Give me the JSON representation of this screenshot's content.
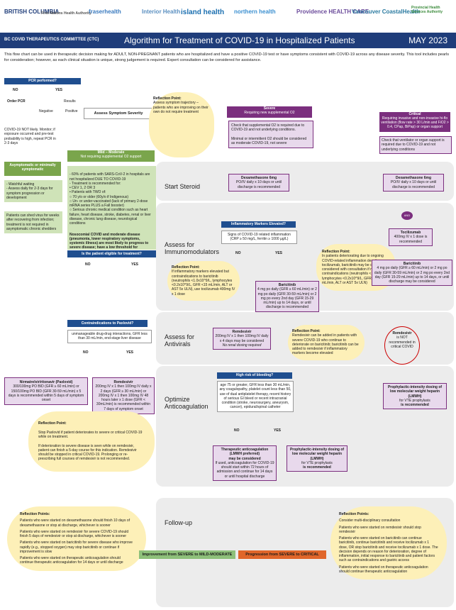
{
  "logos": [
    "BRITISH COLUMBIA",
    "First Nations Health Authority",
    "fraserhealth",
    "Interior Health",
    "island health",
    "northern health",
    "Providence HEALTH CARE",
    "Vancouver CoastalHealth",
    "Provincial Health Services Authority"
  ],
  "header": {
    "committee": "BC COVID THERAPEUTICS COMMITTEE (CTC)",
    "title": "Algorithm for Treatment of COVID-19 in Hospitalized Patients",
    "date": "MAY 2023"
  },
  "intro": "This flow chart can be used in therapeutic decision making for ADULT, NON-PREGNANT patients who are hospitalized and have a positive COVID-19 test or have symptoms consistent with COVID-19 across any disease severity. This tool includes pearls for consideration; however, as each clinical situation is unique, strong judgement is required. Expert consultation can be considered for assistance.",
  "pcr": {
    "q": "PCR performed?",
    "no": "NO",
    "yes": "YES",
    "order": "Order PCR",
    "results": "Results",
    "neg": "Negative",
    "pos": "Positive"
  },
  "notlikely": "COVID-19 NOT likely. Monitor; if exposure occurred and pre-test probability is high, repeat PCR in 2-3 days",
  "asympt": {
    "title": "Asymptomatic or minimally symptomatic",
    "body": "- Watchful waiting\n- Assess daily for 2-3 days for symptom progression or development",
    "shed": "Patients can shed virus for weeks after recovering from infection; treatment is not required in asymptomatic chronic shedders"
  },
  "assess": "Assess Symptom Severity",
  "refl1": {
    "t": "Reflection Point:",
    "b": "Assess symptom trajectory – patients who are improving on their own do not require treatment"
  },
  "mild": {
    "title": "Mild – Moderate",
    "sub": "Not requiring supplemental O2 support",
    "b1": "- 60% of patients with SARS-CoV-2 in hospitals are not hospitalized DUE TO COVID-19\n- Treatment is recommended for:\n• CEV 1, 2 OR 3\n• Patients with TWO of:\n○ 70 y/o or older (60y/o if Indigenous)\n○ Un- or under-vaccinated (lack of primary 2-dose mRNA series PLUS a Fall booster)\n○ Serious chronic medical condition such as heart failure, heart disease, stroke, diabetes, renal or liver disease, chronic lung disease, neurological conditions",
    "b2": "Nosocomial COVID and moderate disease (pneumonia, lower respiratory symptoms, systemic illness) are most likely to progress to severe disease; have a low threshold for treatment of symptomatic eligible patients"
  },
  "eligible": {
    "q": "Is the patient eligible for treatment?",
    "no": "NO",
    "yes": "YES"
  },
  "contra": {
    "q": "Contraindications to Paxlovid?",
    "b": "unmanageable drug-drug interactions, GFR less than 30 mL/min, end-stage liver disease",
    "no": "NO",
    "yes": "YES"
  },
  "paxlovid": {
    "t": "Nirmatrelvir/ritonavir (Paxlovid)",
    "b": "300/100mg PO BID (GFR ≥ 60 mL/min) or 150/100mg PO BID (GFR 30-59 mL/min) x 5 days is recommended within 5 days of symptom onset"
  },
  "remdes1": {
    "t": "Remdesivir",
    "b": "200mg IV x 1 then 100mg IV daily x 2 days (GFR ≥ 30 mL/min) or 200mg IV x 1 then 100mg IV 48 hours later x 1 dose (GFR < 30mL/min) is recommended within 7 days of symptom onset"
  },
  "refl2": {
    "t": "Reflection Point:",
    "b": "Stop Paxlovid if patient deteriorates to severe or critical COVID-19 while on treatment.\n\nIf deterioration to severe disease is seen while on remdesivir, patient can finish a 5-day course for this indication. Remdesivir should be stopped in critical COVID-19. Prolonging or re-prescribing full courses of remdesivir is not recommended."
  },
  "severe": {
    "t": "Severe",
    "s": "Requiring new supplemental O2",
    "b": "Check that supplemental O2 is required due to COVID-19 and not underlying conditions.\n\nMinimal or intermittent O2 should be considered as moderate COVID-19, not severe"
  },
  "critical": {
    "t": "Critical",
    "s": "Requiring invasive and non-invasive hi-flo ventilation (flow rate > 30 L/min and FiO2 > 0.4, CPap, BiPap) or organ support",
    "b": "Check that ventilator or organ support is required due to COVID-19 and not underlying conditions"
  },
  "bands": [
    "Start Steroid",
    "Assess for Immunomodulators",
    "Assess for Antivirals",
    "Optimize Anticoagulation",
    "Follow-up"
  ],
  "dexa": {
    "t": "Dexamethasone 6mg",
    "b": "PO/IV daily x 10 days or until discharge is recommended"
  },
  "inflam": {
    "q": "Inflammatory Markers Elevated?",
    "b": "Signs of COVID-19 related inflammation (CRP ≥ 50 mg/L, ferritin ≥ 1000 µg/L)",
    "no": "NO",
    "yes": "YES"
  },
  "and": "AND",
  "toci": {
    "t": "Tocilizumab",
    "b": "400mg IV x 1 dose is recommended"
  },
  "refl3": {
    "t": "Reflection Point:",
    "b": "In patients deteriorating due to ongoing COVID-related inflammation despite tocilizumab, baricitinib may be cautiously considered with consultation if no contraindications (neutrophils <1.0x10^9/L, lymphocytes <0.2x10^9/L, GFR <15 mL/min, ALT or AST 5x ULN)"
  },
  "refl4": {
    "t": "Reflection Point:",
    "b": "If inflammatory markers elevated but contraindications to baricitinib (neutrophils <1.0x10^9/L, lymphocytes <0.2x10^9/L, GFR <15 mL/min, ALT or AST 5x ULN), use tocilizumab 400mg IV x 1 dose"
  },
  "barici": {
    "t": "Baricitinib",
    "b": "4 mg po daily (GFR ≥ 60 mL/min) or 2 mg po daily (GFR 30-59 mL/min) or 2 mg po every 2nd day (GFR 15-29 mL/min) up to 14 days, or until discharge is recommended"
  },
  "barici2": {
    "t": "Baricitinib",
    "b": "4 mg po daily (GFR ≥ 60 mL/min) or 2 mg po daily (GFR 30-59 mL/min) or 2 mg po every 2nd day (GFR 15-29 mL/min) up to 14 days, or until discharge may be considered"
  },
  "remdes2": {
    "t": "Remdesivir",
    "b": "200mg IV x 1 then 100mg IV daily x 4 days may be considered",
    "n": "No renal dosing required"
  },
  "refl5": {
    "t": "Reflection Point:",
    "b": "Remdesivir can be added in patients with severe COVID-19 who continue to deteriorate on baricitinib; baricitinib can be added to remdesivir if inflammatory markers become elevated"
  },
  "remdesnot": {
    "t": "Remdesivir",
    "b": "is NOT recommended in critical COVID"
  },
  "bleed": {
    "q": "High risk of bleeding?",
    "b": "age 75 or greater, GFR less than 30 mL/min, any coagulopathy, platelet count less than 50, use of dual antiplatelet therapy, recent history of serious GI bleed or recent intracranial condition (stroke, neurosurgery, aneurysm, cancer), epidural/spinal catheter",
    "no": "NO",
    "yes": "YES"
  },
  "tac": {
    "t": "Therapeutic anticoagulation (LMWH preferred)",
    "s": "may be considered",
    "b": "If used, anticoagulation for COVID-19 should start within 72 hours of admission and continue for 14 days or until hospital discharge"
  },
  "proph": {
    "t": "Prophylactic-intensity dosing of low molecular weight heparin (LMWH)",
    "s": "for VTE prophylaxis",
    "r": "is recommended"
  },
  "improve": "Improvement from SEVERE to MILD-MODERATE",
  "progress": "Progression from SEVERE to CRITICAL",
  "fl": {
    "t": "Reflection Points:",
    "p": [
      "Patients who were started on dexamethasone should finish 10 days of dexamethasone or stop at discharge, whichever is sooner",
      "Patients who were started on remdesivir for severe COVID-19 should finish 5 days of remdesivir or stop at discharge, whichever is sooner",
      "Patients who were started on baricitinib for severe disease who improve rapidly (e.g., stopped oxygen) may stop baricitinib or continue if improvement is slow",
      "Patients who were started on therapeutic anticoagulation should continue therapeutic anticoagulation for 14 days or until discharge"
    ]
  },
  "fr": {
    "t": "Reflection Points:",
    "p": [
      "Consider multi-disciplinary consultation",
      "Patients who were started on remdesivir should stop remdesivir",
      "Patients who were started on baricitinib can continue baricitinib, continue baricitinib and receive tocilizumab x 1 dose, OR stop baricitinib and receive tocilizumab x 1 dose. The decision depends on reason for deterioration, degree of inflammation, initial response to baricitinib and patient factors such as contraindications and gastric access",
      "Patients who were started on therapeutic anticoagulation should continue therapeutic anticoagulation"
    ]
  }
}
